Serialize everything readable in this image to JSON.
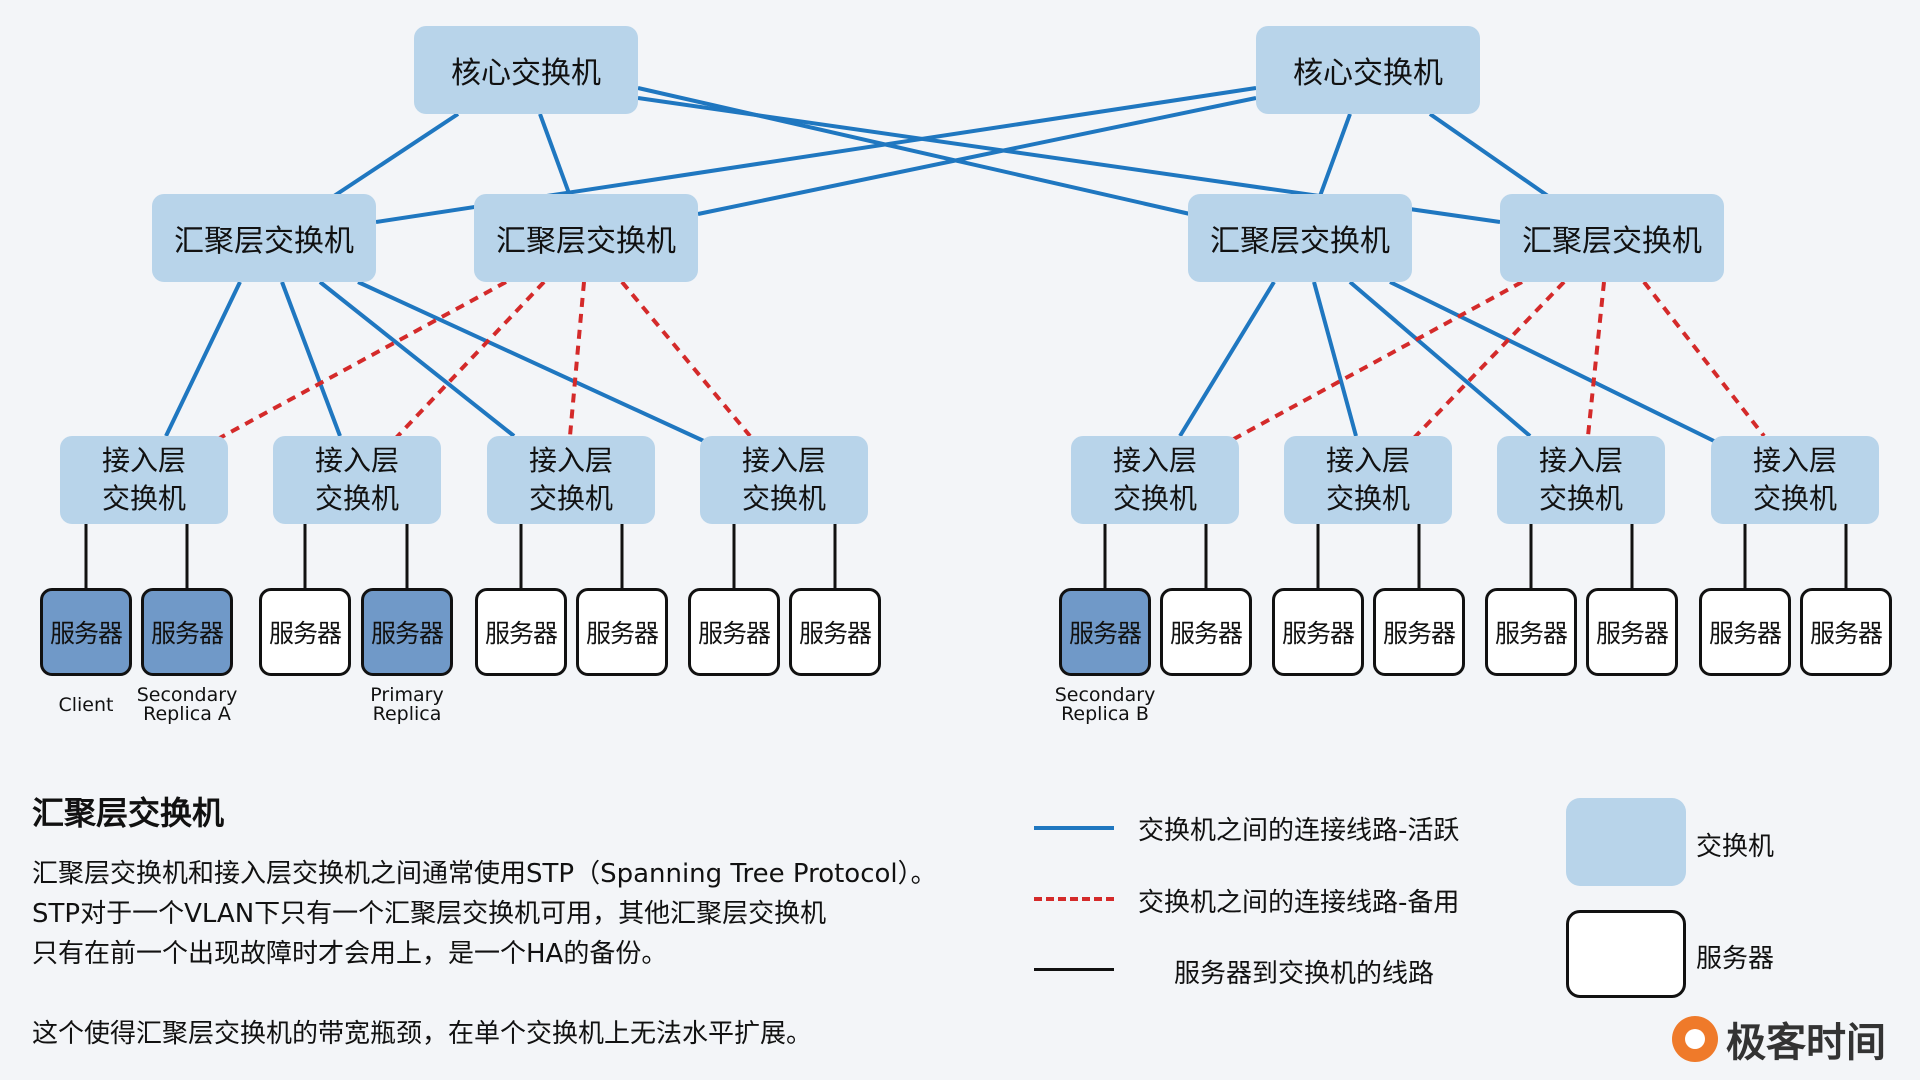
{
  "core_label": "核心交换机",
  "agg_label": "汇聚层交换机",
  "access_label_line1": "接入层",
  "access_label_line2": "交换机",
  "server_label": "服务器",
  "server_labels": {
    "client": "Client",
    "secondary_a": [
      "Secondary",
      "Replica A"
    ],
    "primary": [
      "Primary",
      "Replica"
    ],
    "secondary_b": [
      "Secondary",
      "Replica B"
    ]
  },
  "description": {
    "title": "汇聚层交换机",
    "line1": "汇聚层交换机和接入层交换机之间通常使用STP（Spanning Tree Protocol）。",
    "line2": "STP对于一个VLAN下只有一个汇聚层交换机可用，其他汇聚层交换机",
    "line3": "只有在前一个出现故障时才会用上，是一个HA的备份。",
    "line4": "这个使得汇聚层交换机的带宽瓶颈，在单个交换机上无法水平扩展。"
  },
  "legend": {
    "active": "交换机之间的连接线路-活跃",
    "standby": "交换机之间的连接线路-备用",
    "server_link": "服务器到交换机的线路",
    "switch": "交换机",
    "server": "服务器"
  },
  "logo_text": "极客时间",
  "colors": {
    "switch_fill": "#b8d4ea",
    "active_line": "#1f77c0",
    "standby_line": "#d42a2a",
    "server_highlight": "#7099c8"
  }
}
